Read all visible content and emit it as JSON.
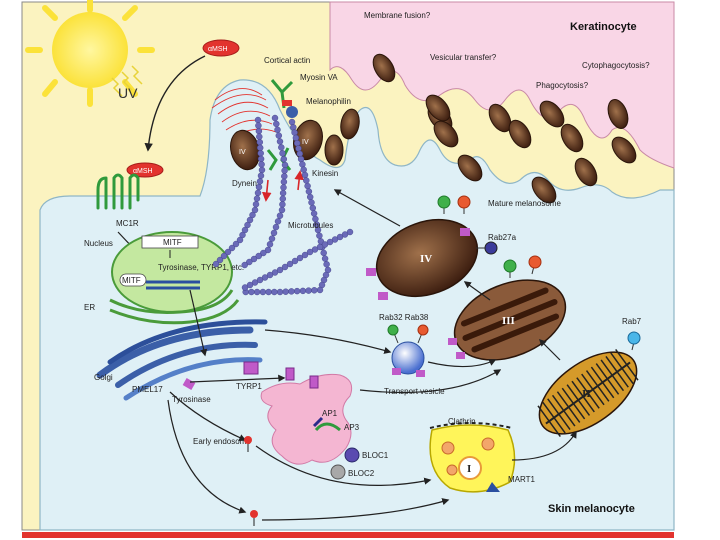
{
  "labels": {
    "keratinocyte": "Keratinocyte",
    "skin_melanocyte": "Skin melanocyte",
    "uv": "UV",
    "amsh_top": "αMSH",
    "amsh_receptor": "αMSH",
    "mc1r": "MC1R",
    "nucleus": "Nucleus",
    "mitf_top": "MITF",
    "mitf_dna": "MITF",
    "genes": "Tyrosinase, TYRP1, etc.",
    "er": "ER",
    "golgi": "Golgi",
    "cortical_actin": "Cortical actin",
    "myosin_va": "Myosin VA",
    "melanophilin": "Melanophilin",
    "dynein": "Dynein",
    "kinesin": "Kinesin",
    "microtubules": "Microtubules",
    "membrane_fusion": "Membrane fusion?",
    "vesicular_transfer": "Vesicular transfer?",
    "phagocytosis": "Phagocytosis?",
    "cytophagocytosis": "Cytophagocytosis?",
    "mature_melanosome": "Mature melanosome",
    "rab27a": "Rab27a",
    "rab32_rab38": "Rab32  Rab38",
    "rab7": "Rab7",
    "transport_vesicle": "Transport vesicle",
    "pmel17": "PMEL17",
    "tyrosinase": "Tyrosinase",
    "tyrp1": "TYRP1",
    "early_endosome": "Early endosome",
    "ap1": "AP1",
    "ap3": "AP3",
    "bloc1": "BLOC1",
    "bloc2": "BLOC2",
    "clathrin": "Clathrin",
    "mart1": "MART1"
  },
  "stages": {
    "s1": "I",
    "s2": "II",
    "s3": "III",
    "s4": "IV",
    "small": "IV"
  },
  "colors": {
    "keratinocyte_bg": "#f9d6e6",
    "extracellular_bg": "#fbf3c0",
    "melanocyte_bg": "#dff0f6",
    "melanosome_dark": "#4a2716",
    "melanosome_light": "#8a5a3a",
    "microtubule": "#6a6ab8",
    "golgi": "#3b5fa8",
    "nucleus": "#c4e8a0",
    "endosome": "#f4b6d2",
    "stage1": "#fff55a",
    "stage2": "#d59a2a",
    "accent_red": "#e2332e"
  }
}
